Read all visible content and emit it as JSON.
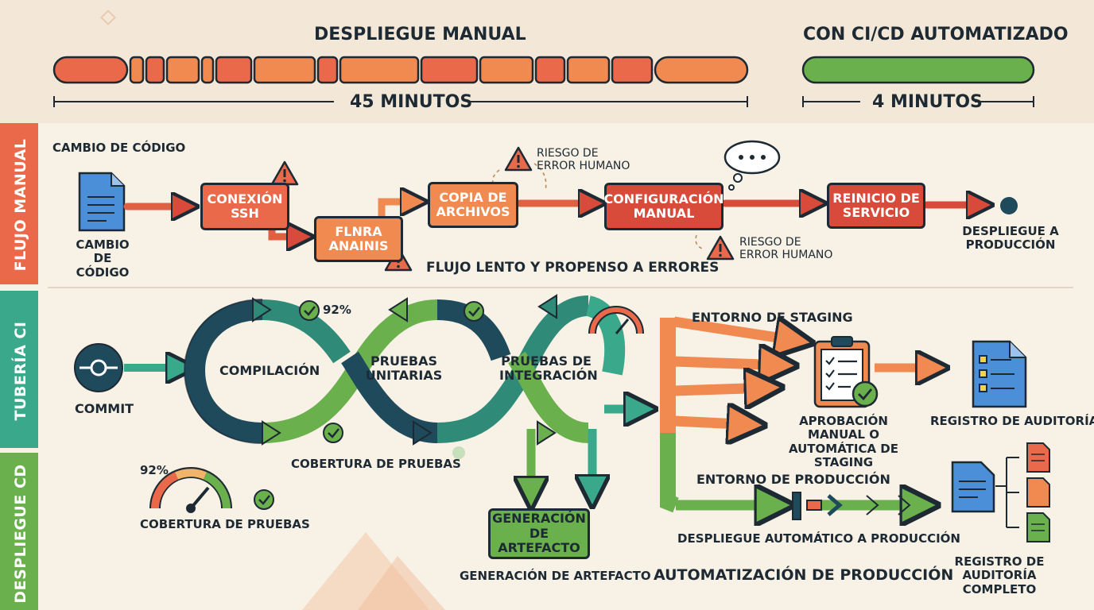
{
  "header": {
    "manual_title": "DESPLIEGUE MANUAL",
    "manual_duration": "45 MINUTOS",
    "auto_title": "CON CI/CD AUTOMATIZADO",
    "auto_duration": "4 MINUTOS"
  },
  "side_labels": {
    "manual": "FLUJO MANUAL",
    "ci": "TUBERÍA CI",
    "cd": "DESPLIEGUE CD"
  },
  "manual_flow": {
    "code_change_top": "CAMBIO DE CÓDIGO",
    "code_change_bottom": "CAMBIO DE\nCÓDIGO",
    "ssh": "CONEXIÓN\nSSH",
    "flnra": "FLNRA\nANAINIS",
    "copy": "COPIA DE\nARCHIVOS",
    "config": "CONFIGURACIÓN\nMANUAL",
    "restart": "REINICIO DE\nSERVICIO",
    "production": "DESPLIEGUE A\nPRODUCCIÓN",
    "risk_top": "RIESGO DE\nERROR HUMANO",
    "risk_bottom": "RIESGO DE\nERROR HUMANO",
    "slow_note": "FLUJO LENTO Y PROPENSO A ERRORES"
  },
  "ci": {
    "commit": "COMMIT",
    "compile": "COMPILACIÓN",
    "unit_tests": "PRUEBAS\nUNITARIAS",
    "integration_tests": "PRUEBAS DE\nINTEGRACIÓN",
    "coverage_pct_top": "92%",
    "coverage_label": "COBERTURA DE PRUEBAS"
  },
  "cd": {
    "coverage_pct": "92%",
    "coverage_label": "COBERTURA DE PRUEBAS",
    "coverage_value": 0.92,
    "artifact_box": "GENERACIÓN\nDE ARTEFACTO",
    "artifact_label": "GENERACIÓN DE ARTEFACTO",
    "staging": "ENTORNO DE STAGING",
    "approval": "APROBACIÓN MANUAL O\nAUTOMÁTICA DE STAGING",
    "audit": "REGISTRO DE AUDITORÍA",
    "production_env": "ENTORNO DE PRODUCCIÓN",
    "auto_deploy": "DESPLIEGUE AUTOMÁTICO A PRODUCCIÓN",
    "automation": "AUTOMATIZACIÓN DE PRODUCCIÓN",
    "audit_full": "REGISTRO DE AUDITORÍA\nCOMPLETO"
  },
  "colors": {
    "dark": "#1e2a33",
    "orange": "#f08a50",
    "red_orange": "#e06042",
    "red": "#d84a3a",
    "green": "#6ab04c",
    "teal": "#2f8a78",
    "navy": "#1f4a5c",
    "blue": "#4a8fd8",
    "band_manual": "#e9694a",
    "band_ci": "#3aa88a",
    "band_cd": "#6ab04c"
  },
  "icons": [
    "document-icon",
    "warning-icon",
    "thought-bubble-icon",
    "commit-icon",
    "check-icon",
    "gauge-icon",
    "clipboard-icon",
    "checklist-document-icon",
    "file-icon"
  ]
}
